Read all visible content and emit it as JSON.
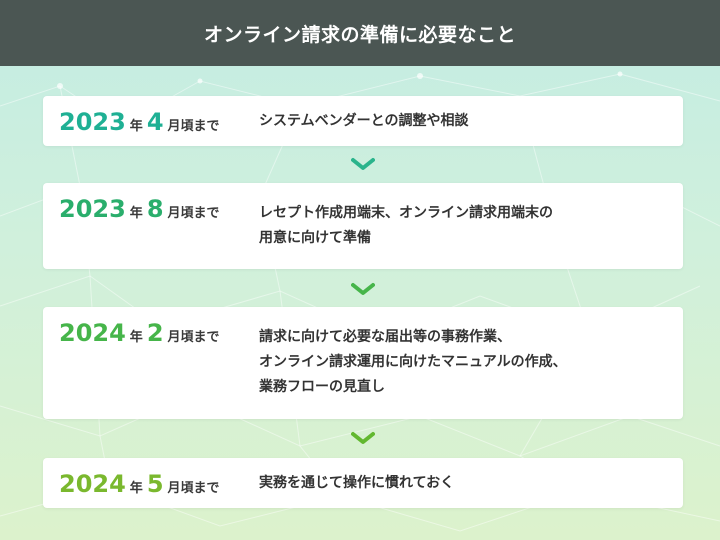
{
  "title": "オンライン請求の準備に必要なこと",
  "labels": {
    "year_unit": "年",
    "month_suffix": "月頃まで"
  },
  "colors": {
    "header_bg": "#4b5653",
    "teal": "#1fb094",
    "green": "#46b54a",
    "lime": "#7ab82e"
  },
  "steps": [
    {
      "year": "2023",
      "month": "4",
      "lines": [
        "システムベンダーとの調整や相談"
      ]
    },
    {
      "year": "2023",
      "month": "8",
      "lines": [
        "レセプト作成用端末、オンライン請求用端末の",
        "用意に向けて準備"
      ]
    },
    {
      "year": "2024",
      "month": "2",
      "lines": [
        "請求に向けて必要な届出等の事務作業、",
        "オンライン請求運用に向けたマニュアルの作成、",
        "業務フローの見直し"
      ]
    },
    {
      "year": "2024",
      "month": "5",
      "lines": [
        "実務を通じて操作に慣れておく"
      ]
    }
  ]
}
